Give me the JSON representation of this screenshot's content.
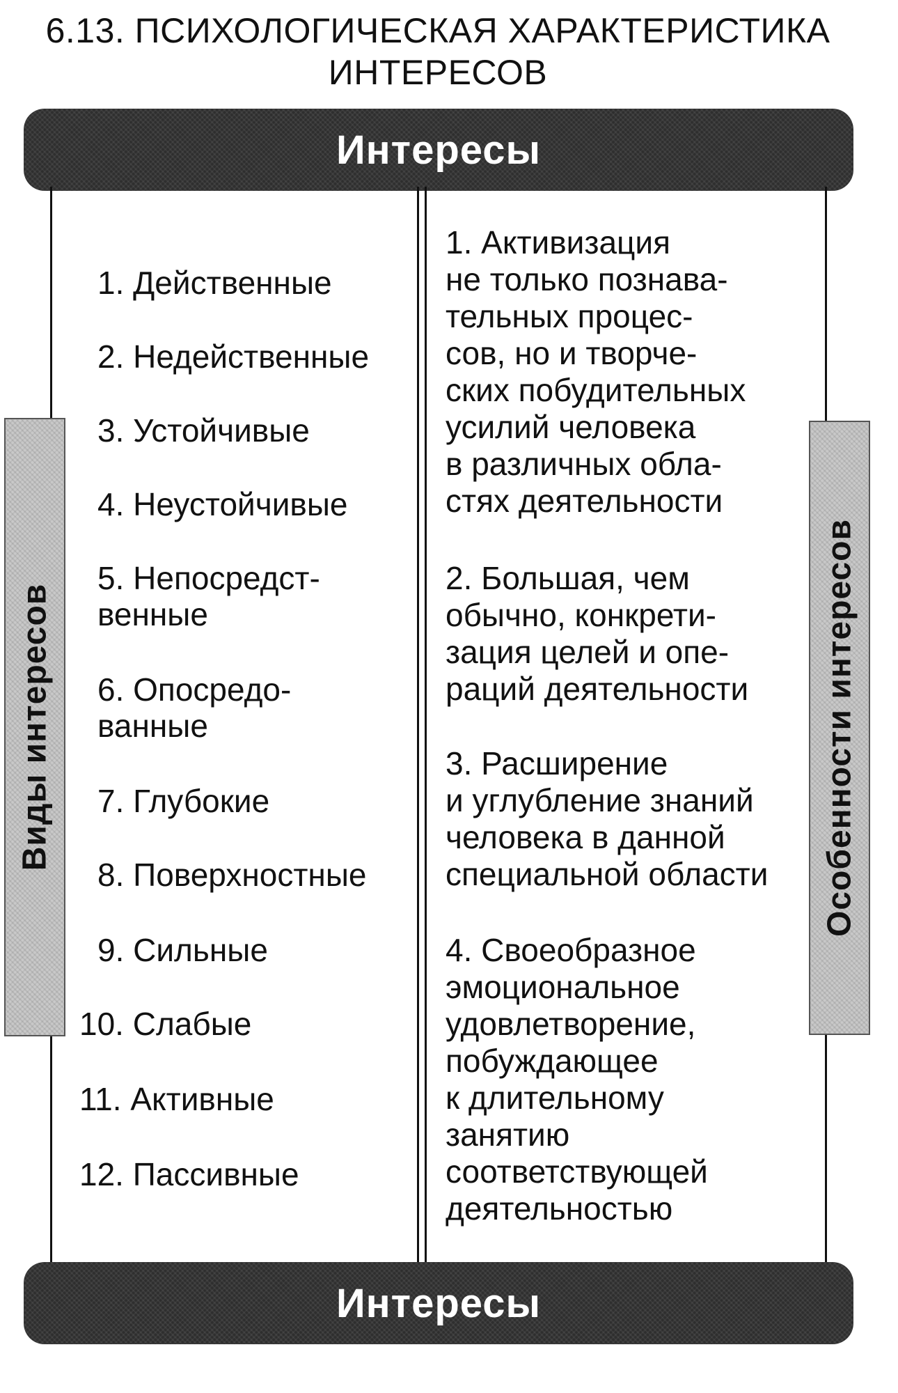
{
  "title": [
    "6.13. ПСИХОЛОГИЧЕСКАЯ ХАРАКТЕРИСТИКА",
    "ИНТЕРЕСОВ"
  ],
  "banner_top": "Интересы",
  "banner_bottom": "Интересы",
  "left_label": "Виды интересов",
  "right_label": "Особенности интересов",
  "types": [
    [
      "1. Действенные"
    ],
    [
      "2. Недейственные"
    ],
    [
      "3. Устойчивые"
    ],
    [
      "4. Неустойчивые"
    ],
    [
      "5. Непосредст-",
      "венные"
    ],
    [
      "6. Опосредо-",
      "ванные"
    ],
    [
      "7. Глубокие"
    ],
    [
      "8. Поверхностные"
    ],
    [
      "9. Сильные"
    ],
    [
      "10. Слабые"
    ],
    [
      "11. Активные"
    ],
    [
      "12. Пассивные"
    ]
  ],
  "features": [
    [
      "1. Активизация",
      "не только познава-",
      "тельных процес-",
      "сов, но и творче-",
      "ских побудительных",
      "усилий человека",
      "в различных обла-",
      "стях деятельности"
    ],
    [
      "2. Большая, чем",
      "обычно, конкрети-",
      "зация целей и опе-",
      "раций деятельности"
    ],
    [
      "3. Расширение",
      "и углубление знаний",
      "человека в данной",
      "специальной области"
    ],
    [
      "4. Своеобразное",
      "эмоциональное",
      "удовлетворение,",
      "побуждающее",
      "к длительному",
      "занятию",
      "соответствующей",
      "деятельностью"
    ]
  ]
}
